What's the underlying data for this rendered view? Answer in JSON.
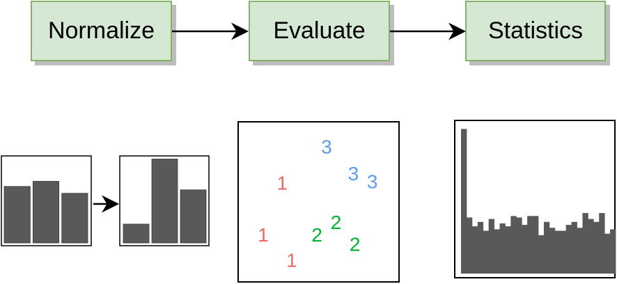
{
  "steps": [
    {
      "label": "Normalize"
    },
    {
      "label": "Evaluate"
    },
    {
      "label": "Statistics"
    }
  ],
  "colors": {
    "step_fill": "#d5e8d4",
    "step_border": "#82b366",
    "bar_fill": "#595959",
    "cluster_1": "#ea6b66",
    "cluster_2": "#00b32c",
    "cluster_3": "#5e9bec"
  },
  "chart_data": [
    {
      "type": "bar",
      "panel": "before-normalization",
      "values": [
        0.66,
        0.72,
        0.58
      ]
    },
    {
      "type": "bar",
      "panel": "after-normalization",
      "values": [
        0.22,
        0.98,
        0.62
      ]
    },
    {
      "type": "scatter",
      "panel": "evaluation-clusters",
      "points": [
        {
          "label": "3",
          "cluster": 3,
          "x": 0.55,
          "y": 0.84
        },
        {
          "label": "3",
          "cluster": 3,
          "x": 0.72,
          "y": 0.67
        },
        {
          "label": "3",
          "cluster": 3,
          "x": 0.84,
          "y": 0.62
        },
        {
          "label": "1",
          "cluster": 1,
          "x": 0.27,
          "y": 0.61
        },
        {
          "label": "1",
          "cluster": 1,
          "x": 0.15,
          "y": 0.28
        },
        {
          "label": "1",
          "cluster": 1,
          "x": 0.33,
          "y": 0.12
        },
        {
          "label": "2",
          "cluster": 2,
          "x": 0.49,
          "y": 0.28
        },
        {
          "label": "2",
          "cluster": 2,
          "x": 0.61,
          "y": 0.36
        },
        {
          "label": "2",
          "cluster": 2,
          "x": 0.73,
          "y": 0.22
        }
      ]
    },
    {
      "type": "bar",
      "panel": "statistics-histogram",
      "values": [
        0.98,
        0.38,
        0.32,
        0.35,
        0.29,
        0.37,
        0.3,
        0.34,
        0.32,
        0.39,
        0.38,
        0.33,
        0.39,
        0.39,
        0.26,
        0.35,
        0.31,
        0.29,
        0.29,
        0.33,
        0.35,
        0.31,
        0.41,
        0.37,
        0.35,
        0.41,
        0.27,
        0.3
      ]
    }
  ]
}
